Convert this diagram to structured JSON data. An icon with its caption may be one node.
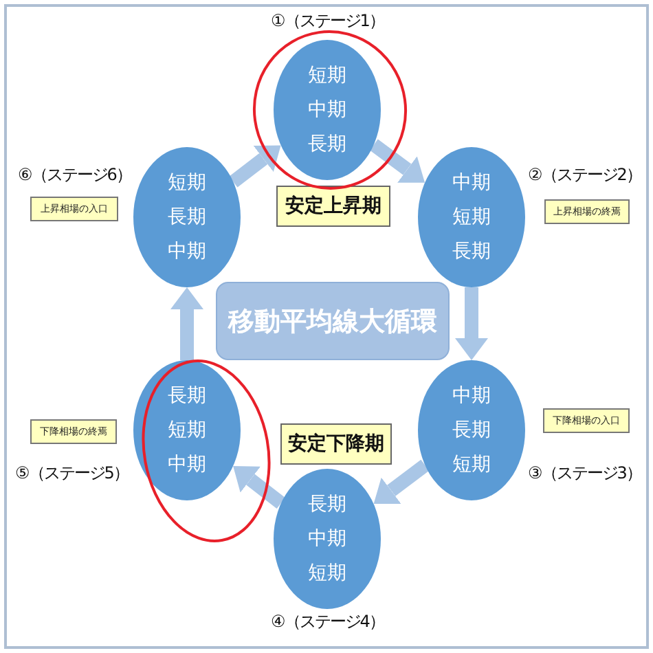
{
  "diagram": {
    "nodes": [
      {
        "text": [
          "短期",
          "中期",
          "長期"
        ],
        "beside": [
          "①（ステージ1）"
        ]
      },
      {
        "text": [
          "安定上昇期"
        ]
      },
      {
        "text": [
          "短期",
          "長期",
          "中期"
        ],
        "beside": [
          "⑥（ステージ6）"
        ]
      },
      {
        "text": [
          "上昇相場の入口"
        ]
      },
      {
        "text": [
          "中期",
          "短期",
          "長期"
        ],
        "beside": [
          "②（ステージ2）"
        ]
      },
      {
        "text": [
          "上昇相場の終焉"
        ]
      },
      {
        "text": [
          "移動平均線大循環"
        ]
      },
      {
        "text": [
          "中期",
          "長期",
          "短期"
        ],
        "beside": [
          "③（ステージ3）"
        ]
      },
      {
        "text": [
          "下降相場の入口"
        ]
      },
      {
        "text": [
          "安定下降期"
        ]
      },
      {
        "text": [
          "長期",
          "短期",
          "中期"
        ],
        "beside": [
          "⑤（ステージ5）"
        ]
      },
      {
        "text": [
          "下降相場の終焉"
        ]
      },
      {
        "text": [
          "長期",
          "中期",
          "短期"
        ],
        "beside": [
          "④（ステージ4）"
        ]
      }
    ],
    "edges": [
      {
        "from": 0,
        "to": 4,
        "arrow": "to"
      },
      {
        "from": 4,
        "to": 7,
        "arrow": "to"
      },
      {
        "from": 7,
        "to": 12,
        "arrow": "to"
      },
      {
        "from": 12,
        "to": 10,
        "arrow": "to"
      },
      {
        "from": 10,
        "to": 2,
        "arrow": "to"
      },
      {
        "from": 2,
        "to": 0,
        "arrow": "to"
      }
    ]
  }
}
